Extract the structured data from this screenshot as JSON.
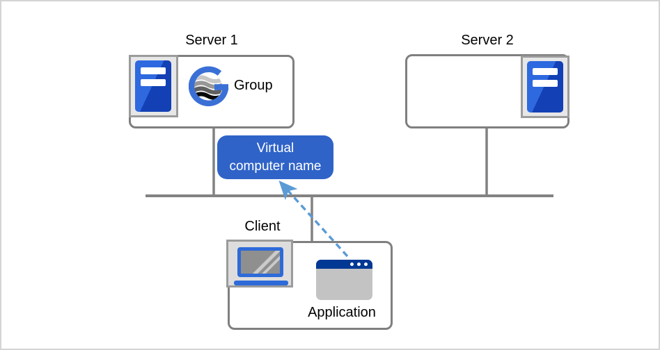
{
  "diagram": {
    "type": "network-cluster-diagram",
    "nodes": {
      "server1": {
        "label": "Server 1",
        "contains": [
          "server-icon",
          "group-logo"
        ]
      },
      "server2": {
        "label": "Server 2",
        "contains": [
          "server-icon"
        ]
      },
      "client": {
        "label": "Client",
        "contains": [
          "laptop-icon",
          "app-window-icon"
        ]
      },
      "application": {
        "label": "Application"
      },
      "group": {
        "label": "Group"
      }
    },
    "virtual_name_box": {
      "line1": "Virtual",
      "line2": "computer name"
    },
    "connections": [
      "server1 - network bus",
      "server2 - network bus",
      "client - network bus",
      "application -> virtual computer name (dashed arrow)"
    ],
    "colors": {
      "virtual_box_blue": "#2f63c8",
      "logo_blue": "#3a70d6",
      "server_icon_blue_light": "#2e69e0",
      "server_icon_blue_dark": "#1341b5",
      "titlebar_navy": "#003894",
      "laptop_blue": "#2e6ad8",
      "line_gray": "#828282",
      "box_border_gray": "#7f7f7f",
      "icon_frame_gray": "#9b9b9b",
      "arrow_blue": "#5b9bd5",
      "page_border": "#d4d4d4"
    }
  }
}
